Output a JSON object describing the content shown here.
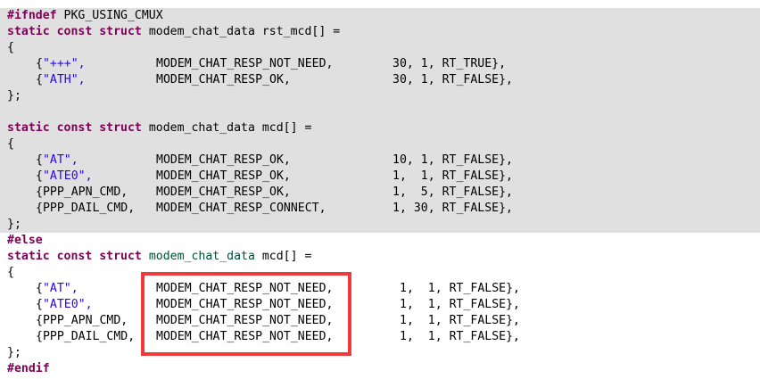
{
  "colors": {
    "keyword": "#7f0055",
    "string": "#2a00ff",
    "type_highlight": "#005032",
    "background_gray": "#e0e0e0",
    "highlight_border": "#ef3b3b"
  },
  "ifndef_block": {
    "directive": "#ifndef",
    "macro": "PKG_USING_CMUX",
    "rst_decl": {
      "kw": "static const struct",
      "rest": "modem_chat_data rst_mcd[] ="
    },
    "open_brace": "{",
    "rst_rows": [
      {
        "cmd": "\"+++\",",
        "cmd_is_string": true,
        "resp": "MODEM_CHAT_RESP_NOT_NEED,",
        "args": "30, 1, RT_TRUE},"
      },
      {
        "cmd": "\"ATH\",",
        "cmd_is_string": true,
        "resp": "MODEM_CHAT_RESP_OK,",
        "args": "30, 1, RT_FALSE},"
      }
    ],
    "close_brace": "};",
    "mcd_decl": {
      "kw": "static const struct",
      "rest": "modem_chat_data mcd[] ="
    },
    "mcd_rows": [
      {
        "cmd": "\"AT\",",
        "resp": "MODEM_CHAT_RESP_OK,",
        "args": "10, 1, RT_FALSE},"
      },
      {
        "cmd": "\"ATE0\",",
        "resp": "MODEM_CHAT_RESP_OK,",
        "args": "1,  1, RT_FALSE},"
      },
      {
        "cmd": "PPP_APN_CMD,",
        "resp": "MODEM_CHAT_RESP_OK,",
        "args": "1,  5, RT_FALSE},"
      },
      {
        "cmd": "PPP_DAIL_CMD,",
        "resp": "MODEM_CHAT_RESP_CONNECT,",
        "args": "1, 30, RT_FALSE},"
      }
    ]
  },
  "else_block": {
    "directive": "#else",
    "decl": {
      "kw": "static const struct",
      "type": "modem_chat_data",
      "rest": "mcd[] ="
    },
    "rows": [
      {
        "cmd": "\"AT\",",
        "resp": "MODEM_CHAT_RESP_NOT_NEED,",
        "args": "1,  1, RT_FALSE},"
      },
      {
        "cmd": "\"ATE0\",",
        "resp": "MODEM_CHAT_RESP_NOT_NEED,",
        "args": "1,  1, RT_FALSE},"
      },
      {
        "cmd": "PPP_APN_CMD,",
        "resp": "MODEM_CHAT_RESP_NOT_NEED,",
        "args": "1,  1, RT_FALSE},"
      },
      {
        "cmd": "PPP_DAIL_CMD,",
        "resp": "MODEM_CHAT_RESP_NOT_NEED,",
        "args": "1,  1, RT_FALSE},"
      }
    ],
    "endif": "#endif"
  },
  "brace_open": "{",
  "brace_close": "};"
}
